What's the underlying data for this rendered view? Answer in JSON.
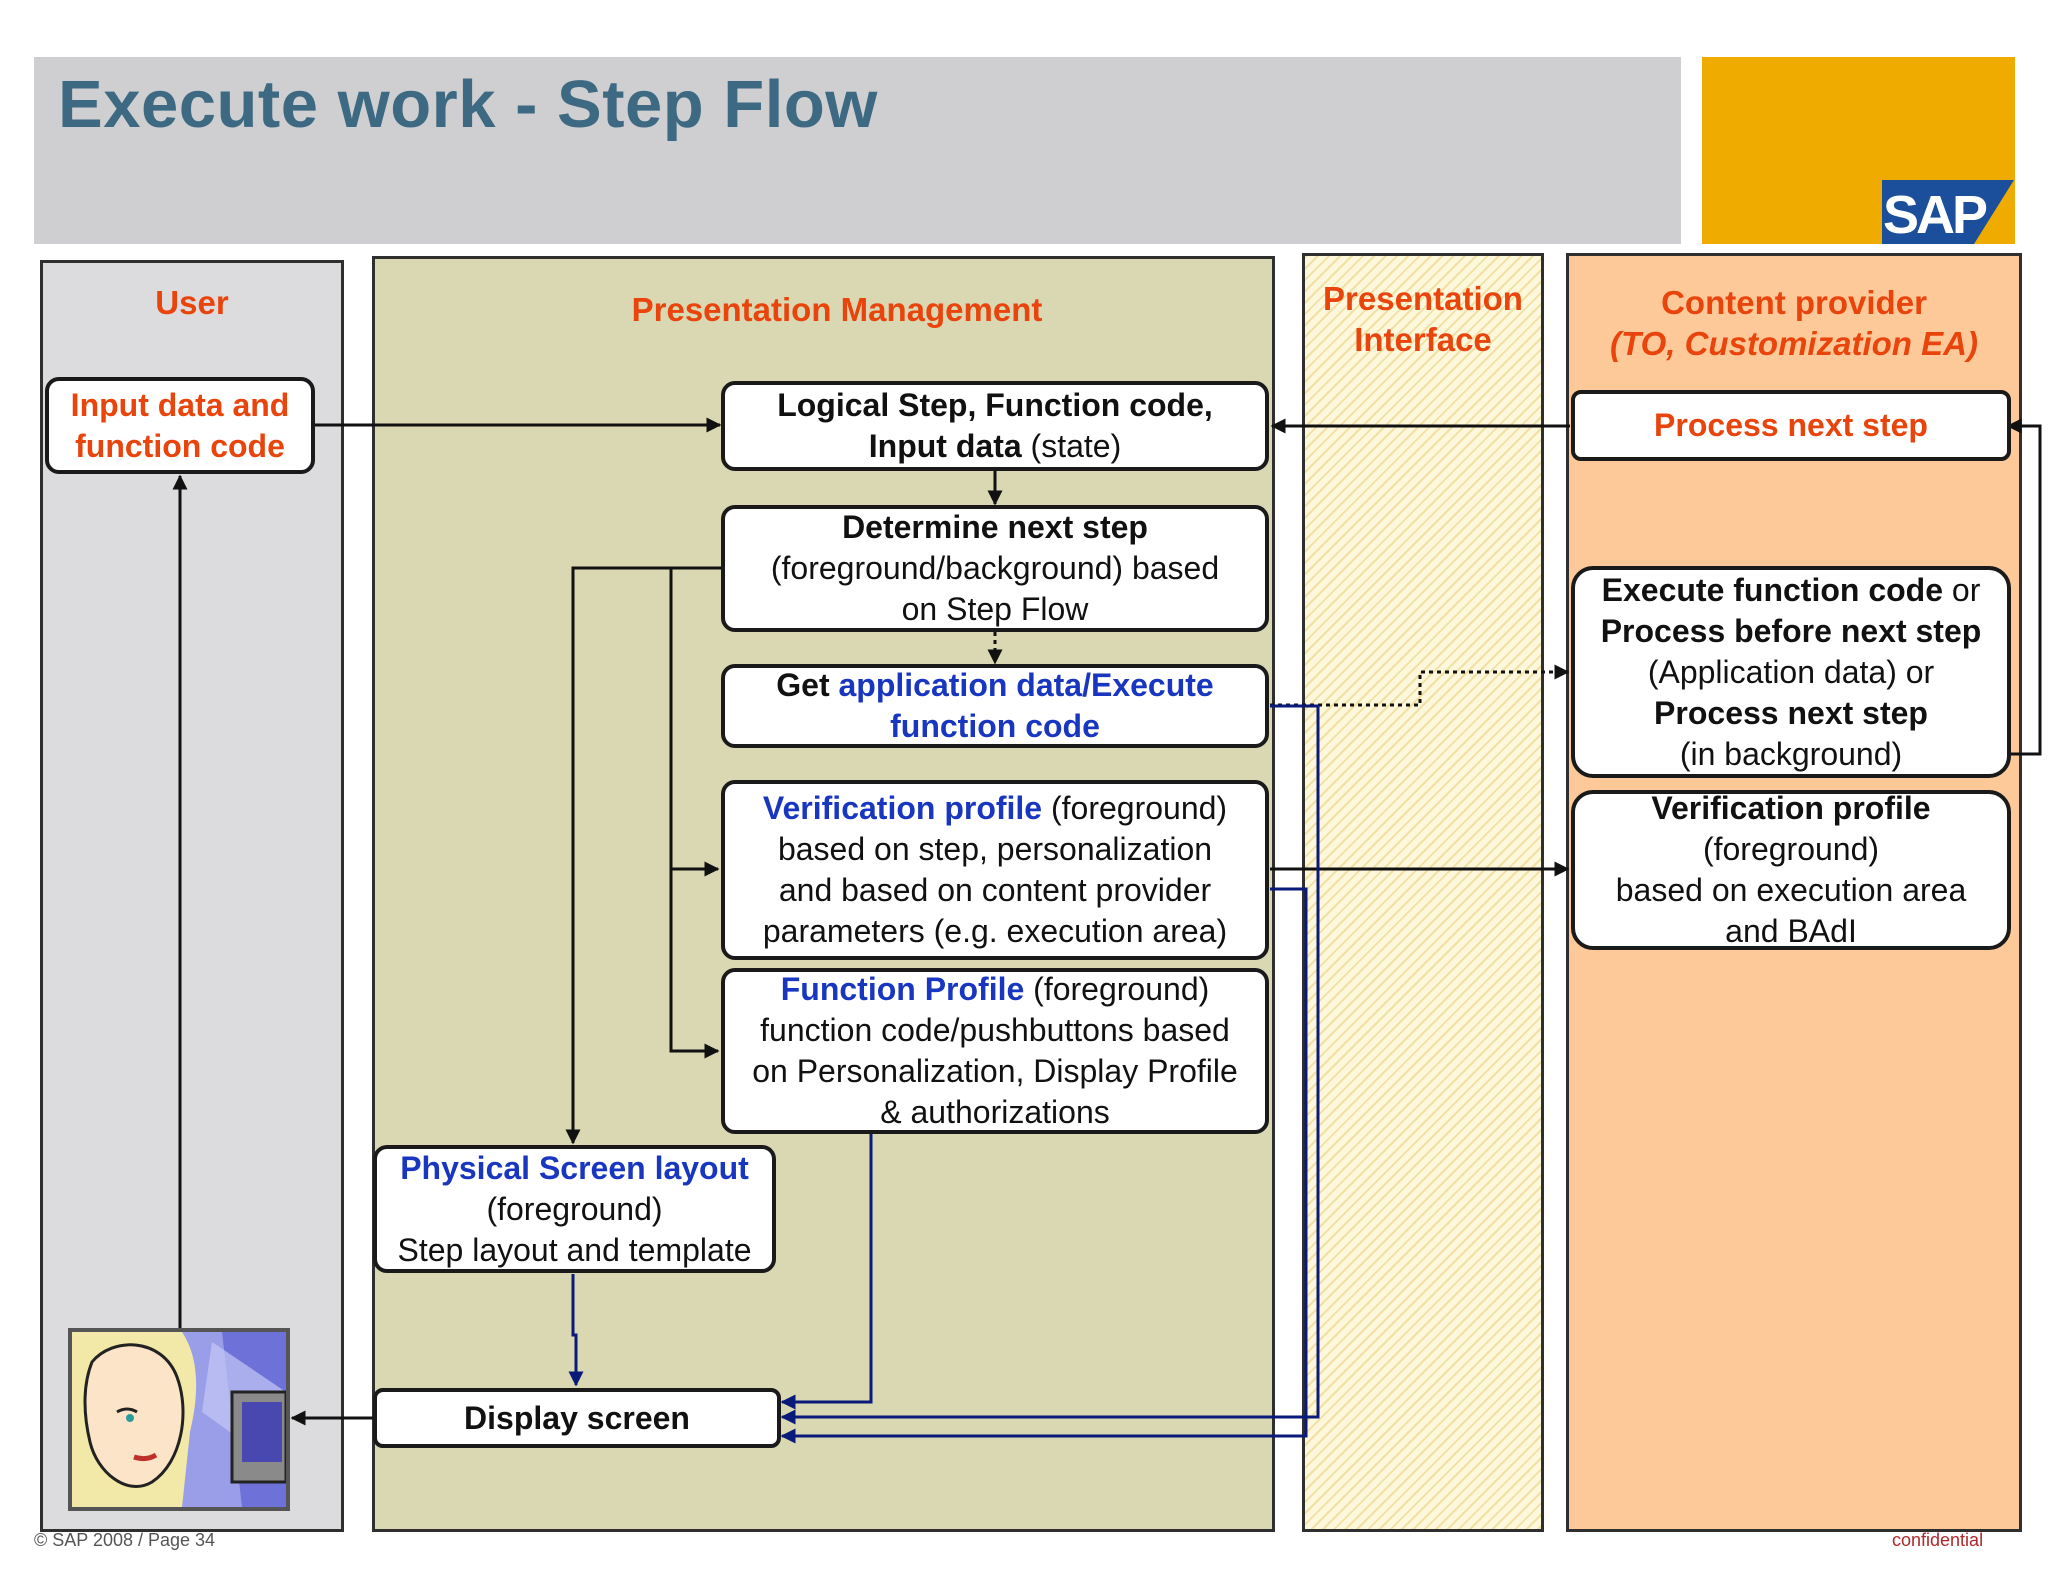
{
  "header": {
    "title": "Execute work - Step Flow",
    "logo_text": "SAP"
  },
  "lanes": {
    "user": "User",
    "presentation_management": "Presentation Management",
    "presentation_interface": {
      "line1": "Presentation",
      "line2": "Interface"
    },
    "content_provider": {
      "line1": "Content provider",
      "line2": "(TO, Customization EA)"
    }
  },
  "boxes": {
    "input_data": {
      "line1": "Input data and",
      "line2": "function code"
    },
    "logical_step": {
      "line1": "Logical Step, Function code,",
      "line2_bold": "Input data",
      "line2_rest": " (state)"
    },
    "determine_step": {
      "line1": "Determine next step",
      "line2": "(foreground/background) based",
      "line3": "on Step Flow"
    },
    "get_app_data": {
      "prefix": "Get ",
      "blue1": "application data/Execute",
      "blue2": "function code"
    },
    "verification_profile": {
      "blue": "Verification profile",
      "rest": " (foreground)",
      "line2": "based on step, personalization",
      "line3": "and based on content provider",
      "line4": "parameters (e.g. execution area)"
    },
    "function_profile": {
      "blue": "Function Profile",
      "rest": " (foreground)",
      "line2": "function code/pushbuttons based",
      "line3": "on Personalization, Display Profile",
      "line4": "& authorizations"
    },
    "physical_screen": {
      "blue": "Physical Screen layout",
      "line2": "(foreground)",
      "line3": "Step layout and template"
    },
    "display_screen": {
      "label": "Display screen"
    },
    "process_next_step": {
      "label": "Process next step"
    },
    "execute_function": {
      "line1_bold": "Execute function code",
      "line1_rest": " or",
      "line2": "Process before next step",
      "line3": "(Application data) or",
      "line4": "Process next step",
      "line5": "(in background)"
    },
    "cp_verification": {
      "line1": "Verification profile",
      "line2": "(foreground)",
      "line3": "based on execution area",
      "line4": "and BAdI"
    }
  },
  "footer": {
    "left": "© SAP 2008 / Page 34",
    "right": "confidential"
  },
  "colors": {
    "title": "#3e6982",
    "accent": "#e8440c",
    "link_blue": "#1836c0",
    "navy_line": "#0a1a7a",
    "logo_bg": "#f0ab00",
    "logo_blue": "#1b4f9c"
  }
}
